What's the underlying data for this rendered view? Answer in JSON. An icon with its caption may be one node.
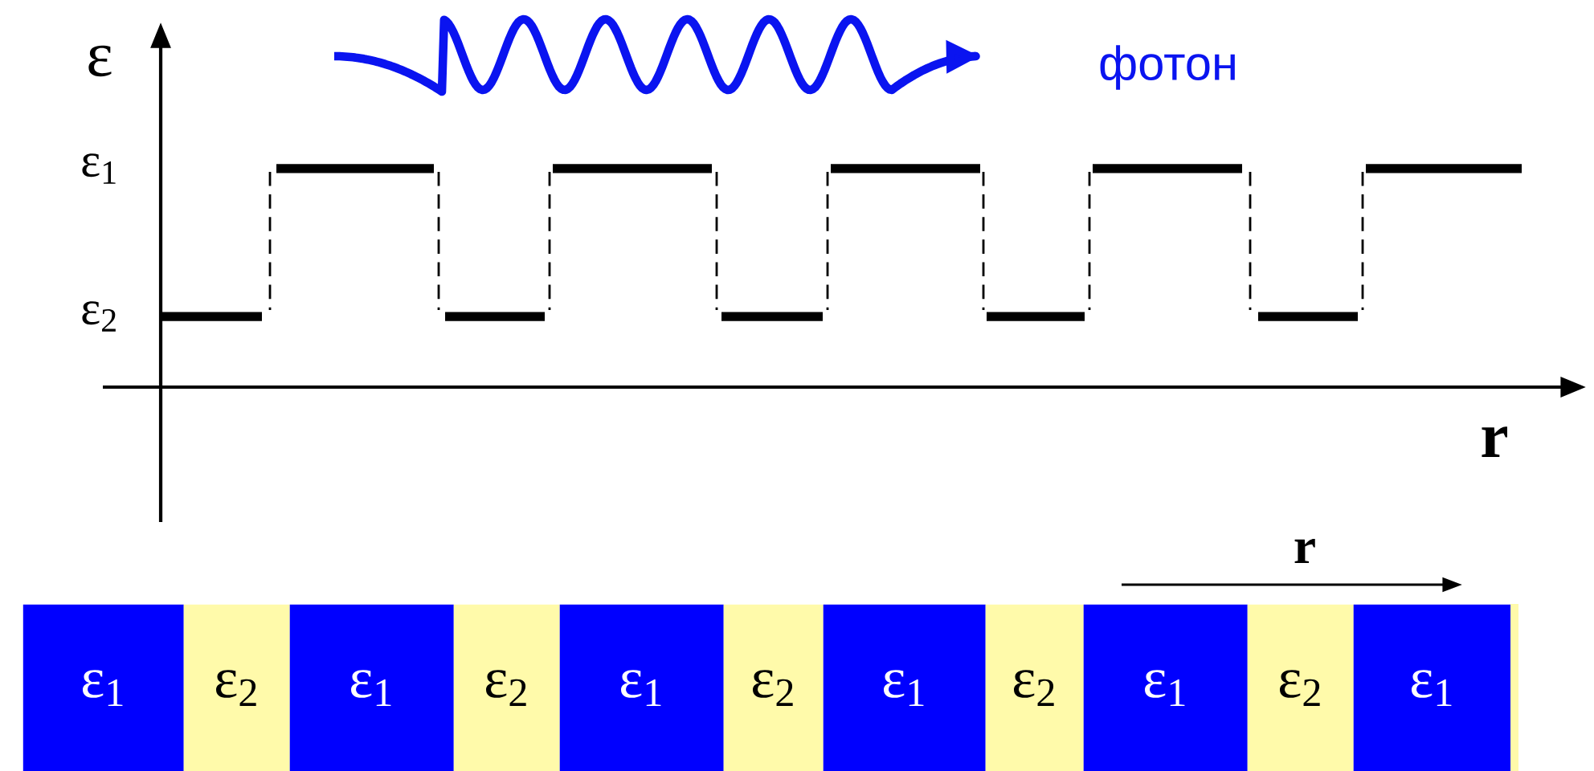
{
  "diagram": {
    "nodes": [
      {
        "text": [
          "ε$_{1}$"
        ]
      },
      {
        "text": [
          "ε$_{2}$"
        ]
      },
      {
        "text": [
          "ε$_{1}$"
        ]
      },
      {
        "text": [
          "ε$_{2}$"
        ]
      },
      {
        "text": [
          "ε$_{1}$"
        ]
      },
      {
        "text": [
          "ε$_{2}$"
        ]
      },
      {
        "text": [
          "ε$_{1}$"
        ]
      },
      {
        "text": [
          "ε$_{2}$"
        ]
      },
      {
        "text": [
          "ε$_{1}$"
        ]
      },
      {
        "text": [
          "ε$_{2}$"
        ]
      },
      {
        "text": [
          "ε$_{1}$"
        ]
      }
    ],
    "edges": [],
    "labels": [
      "ε",
      "фотон",
      "ε$_{1}$",
      "ε$_{2}$",
      "r",
      "r"
    ]
  }
}
